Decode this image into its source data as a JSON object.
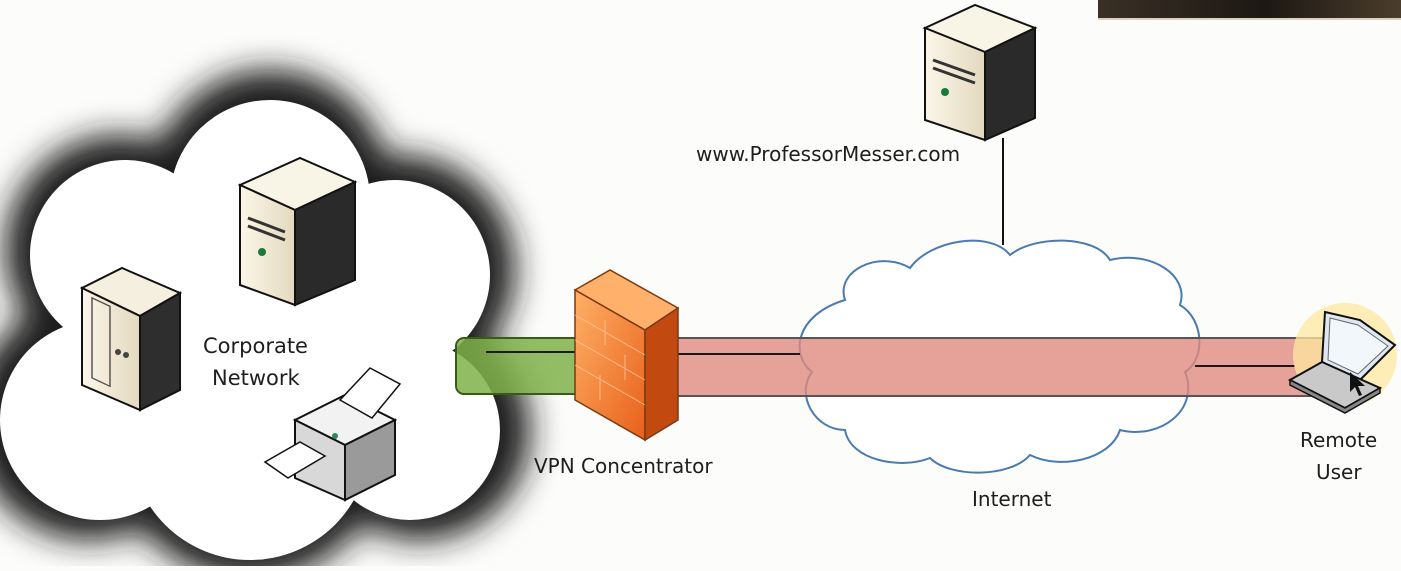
{
  "labels": {
    "corporate_line1": "Corporate",
    "corporate_line2": "Network",
    "vpn_concentrator": "VPN Concentrator",
    "web_server": "www.ProfessorMesser.com",
    "internet": "Internet",
    "remote_line1": "Remote",
    "remote_line2": "User"
  },
  "colors": {
    "tunnel_fill": "#e08a80",
    "lan_link_fill": "#7fb24a",
    "firewall": "#f07a2a",
    "internet_cloud_stroke": "#4a7bb0",
    "corporate_cloud_shadow": "#2a2a2a"
  },
  "icons": [
    "server-icon",
    "file-server-icon",
    "printer-icon",
    "firewall-icon",
    "laptop-icon",
    "cloud-icon"
  ]
}
